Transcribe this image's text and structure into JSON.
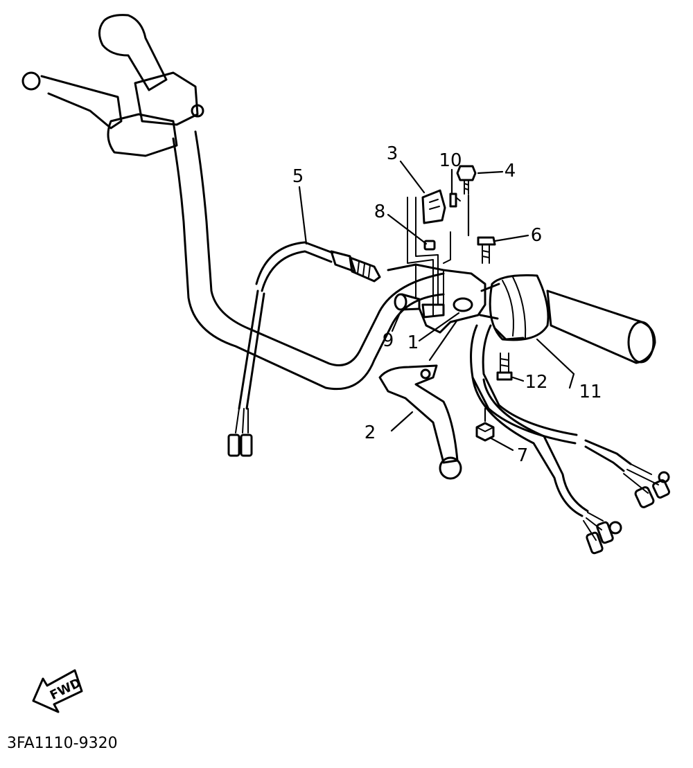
{
  "diagram": {
    "callouts": [
      {
        "id": "1",
        "label": "1"
      },
      {
        "id": "2",
        "label": "2"
      },
      {
        "id": "3",
        "label": "3"
      },
      {
        "id": "4",
        "label": "4"
      },
      {
        "id": "5",
        "label": "5"
      },
      {
        "id": "6",
        "label": "6"
      },
      {
        "id": "7",
        "label": "7"
      },
      {
        "id": "8",
        "label": "8"
      },
      {
        "id": "9",
        "label": "9"
      },
      {
        "id": "10",
        "label": "10"
      },
      {
        "id": "11",
        "label": "11"
      },
      {
        "id": "12",
        "label": "12"
      }
    ],
    "direction_label": "FWD",
    "drawing_code": "3FA1110-9320"
  }
}
